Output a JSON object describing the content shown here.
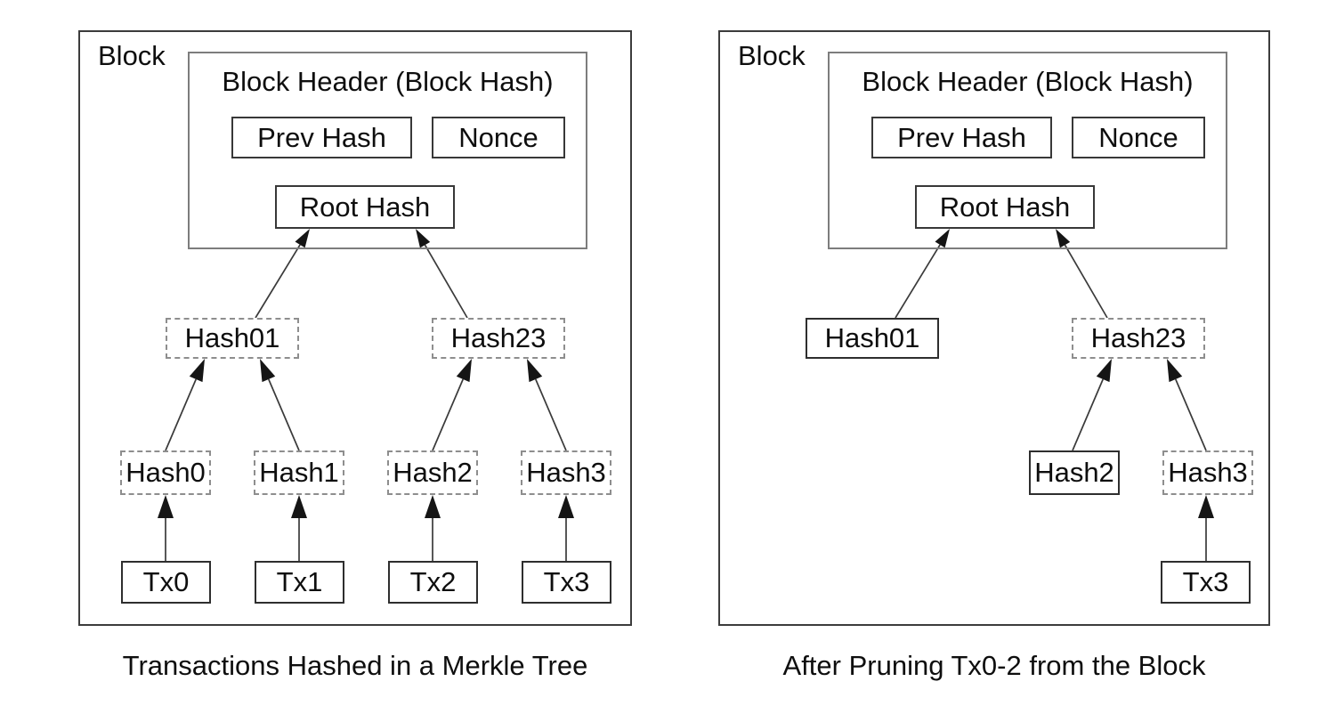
{
  "figure": {
    "ink_color": "#0e0e0e",
    "dashed_box_color": "#8e8e8e",
    "solid_box_color": "#2e2e2e"
  },
  "panels": [
    {
      "block_label": "Block",
      "header": {
        "title": "Block Header (Block Hash)",
        "prev_hash": "Prev Hash",
        "nonce": "Nonce",
        "root_hash": "Root Hash"
      },
      "nodes": [
        {
          "label": "Hash01",
          "style": "dashed"
        },
        {
          "label": "Hash23",
          "style": "dashed"
        },
        {
          "label": "Hash0",
          "style": "dashed"
        },
        {
          "label": "Hash1",
          "style": "dashed"
        },
        {
          "label": "Hash2",
          "style": "dashed"
        },
        {
          "label": "Hash3",
          "style": "dashed"
        },
        {
          "label": "Tx0",
          "style": "solid"
        },
        {
          "label": "Tx1",
          "style": "solid"
        },
        {
          "label": "Tx2",
          "style": "solid"
        },
        {
          "label": "Tx3",
          "style": "solid"
        }
      ],
      "edges": [
        {
          "from": "Hash01",
          "to": "Root Hash"
        },
        {
          "from": "Hash23",
          "to": "Root Hash"
        },
        {
          "from": "Hash0",
          "to": "Hash01"
        },
        {
          "from": "Hash1",
          "to": "Hash01"
        },
        {
          "from": "Hash2",
          "to": "Hash23"
        },
        {
          "from": "Hash3",
          "to": "Hash23"
        },
        {
          "from": "Tx0",
          "to": "Hash0"
        },
        {
          "from": "Tx1",
          "to": "Hash1"
        },
        {
          "from": "Tx2",
          "to": "Hash2"
        },
        {
          "from": "Tx3",
          "to": "Hash3"
        }
      ],
      "caption": "Transactions Hashed in a Merkle Tree"
    },
    {
      "block_label": "Block",
      "header": {
        "title": "Block Header (Block Hash)",
        "prev_hash": "Prev Hash",
        "nonce": "Nonce",
        "root_hash": "Root Hash"
      },
      "nodes": [
        {
          "label": "Hash01",
          "style": "solid"
        },
        {
          "label": "Hash23",
          "style": "dashed"
        },
        {
          "label": "Hash2",
          "style": "solid"
        },
        {
          "label": "Hash3",
          "style": "dashed"
        },
        {
          "label": "Tx3",
          "style": "solid"
        }
      ],
      "edges": [
        {
          "from": "Hash01",
          "to": "Root Hash"
        },
        {
          "from": "Hash23",
          "to": "Root Hash"
        },
        {
          "from": "Hash2",
          "to": "Hash23"
        },
        {
          "from": "Hash3",
          "to": "Hash23"
        },
        {
          "from": "Tx3",
          "to": "Hash3"
        }
      ],
      "caption": "After Pruning Tx0-2 from the Block"
    }
  ]
}
